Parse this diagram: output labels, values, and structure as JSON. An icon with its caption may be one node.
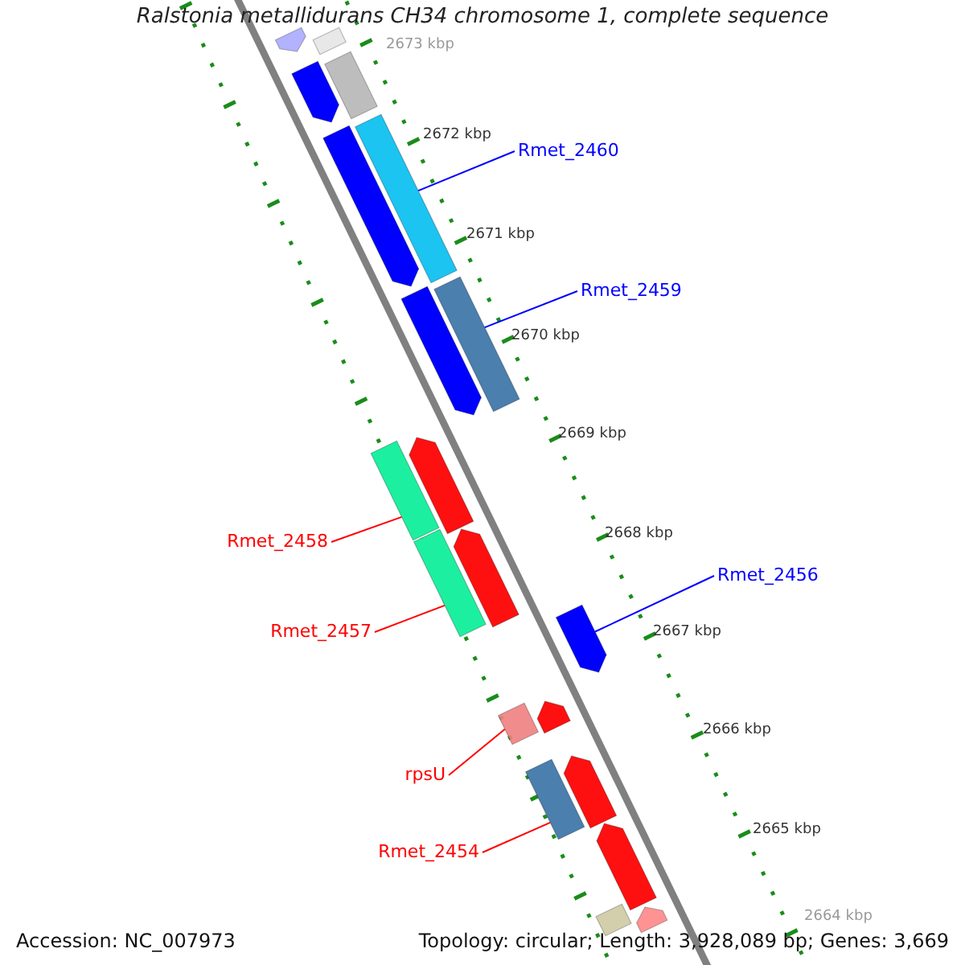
{
  "diagram": {
    "title": "Ralstonia metallidurans CH34 chromosome 1, complete sequence",
    "nodes": [
      {
        "text": [],
        "shape": "arrow"
      },
      {
        "text": [],
        "shape": "bar"
      },
      {
        "text": [],
        "shape": "arrow"
      },
      {
        "text": [],
        "shape": "bar"
      },
      {
        "text": [],
        "shape": "arrow"
      },
      {
        "text": [],
        "shape": "bar"
      },
      {
        "text": [
          "Rmet_2460"
        ]
      },
      {
        "text": [],
        "shape": "arrow"
      },
      {
        "text": [],
        "shape": "bar"
      },
      {
        "text": [
          "Rmet_2459"
        ]
      },
      {
        "text": [],
        "shape": "arrow"
      },
      {
        "text": [],
        "shape": "bar"
      },
      {
        "text": [],
        "shape": "bar"
      },
      {
        "text": [
          "Rmet_2458"
        ]
      },
      {
        "text": [],
        "shape": "arrow"
      },
      {
        "text": [
          "Rmet_2456"
        ]
      },
      {
        "text": [],
        "shape": "arrow"
      },
      {
        "text": [
          "Rmet_2457"
        ]
      },
      {
        "text": [],
        "shape": "arrow"
      },
      {
        "text": [],
        "shape": "bar"
      },
      {
        "text": [
          "rpsU"
        ]
      },
      {
        "text": [],
        "shape": "arrow"
      },
      {
        "text": [],
        "shape": "bar"
      },
      {
        "text": [
          "Rmet_2454"
        ]
      },
      {
        "text": [],
        "shape": "arrow"
      },
      {
        "text": [],
        "shape": "arrow"
      },
      {
        "text": [],
        "shape": "bar"
      }
    ],
    "edges": [
      {
        "from": 6,
        "to": 5,
        "arrow": "none",
        "color": "#0000ff"
      },
      {
        "from": 9,
        "to": 8,
        "arrow": "none",
        "color": "#0000ff"
      },
      {
        "from": 13,
        "to": 11,
        "arrow": "none",
        "color": "#ff0000"
      },
      {
        "from": 15,
        "to": 16,
        "arrow": "none",
        "color": "#0000ff"
      },
      {
        "from": 17,
        "to": 12,
        "arrow": "none",
        "color": "#ff0000"
      },
      {
        "from": 20,
        "to": 19,
        "arrow": "none",
        "color": "#ff0000"
      },
      {
        "from": 23,
        "to": 22,
        "arrow": "none",
        "color": "#ff0000"
      }
    ],
    "labels": [
      "2673 kbp",
      "2672 kbp",
      "2671 kbp",
      "2670 kbp",
      "2669 kbp",
      "2668 kbp",
      "2667 kbp",
      "2666 kbp",
      "2665 kbp",
      "2664 kbp",
      "Accession: NC_007973",
      "Topology: circular; Length: 3,928,089 bp; Genes: 3,669"
    ]
  }
}
